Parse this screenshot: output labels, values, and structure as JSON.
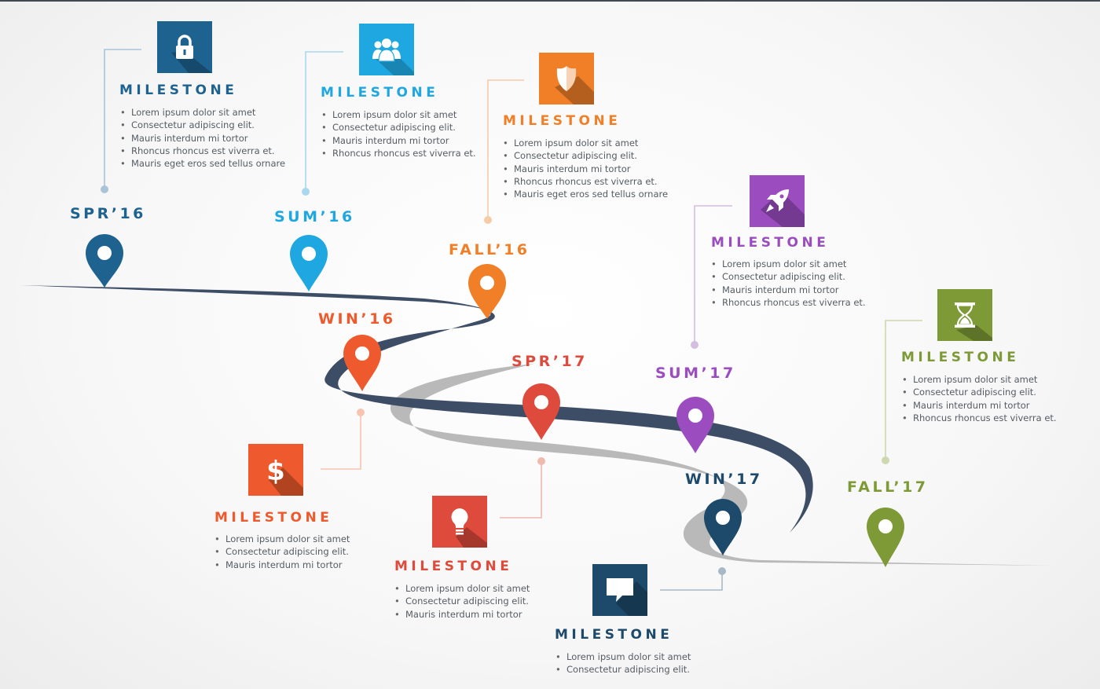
{
  "colors": {
    "road_dark": "#3d4d66",
    "road_grey": "#b9b9b9",
    "spr16": "#1e6390",
    "sum16": "#1ea7e0",
    "fall16": "#f07f27",
    "win16": "#ee5a2d",
    "spr17": "#de4a3c",
    "sum17": "#9b4dc0",
    "win17": "#1d4a6a",
    "fall17": "#7d9a36"
  },
  "seasons": {
    "spr16": "SPR’16",
    "sum16": "SUM’16",
    "fall16": "FALL’16",
    "win16": "WIN’16",
    "spr17": "SPR’17",
    "sum17": "SUM’17",
    "win17": "WIN’17",
    "fall17": "FALL’17"
  },
  "milestones": {
    "spr16": {
      "title": "MILESTONE",
      "icon": "lock-icon",
      "bullets": [
        "Lorem ipsum dolor sit amet",
        "Consectetur  adipiscing elit.",
        "Mauris interdum mi tortor",
        "Rhoncus  rhoncus est viverra et.",
        "Mauris eget eros sed tellus ornare"
      ]
    },
    "sum16": {
      "title": "MILESTONE",
      "icon": "people-icon",
      "bullets": [
        "Lorem ipsum dolor sit amet",
        "Consectetur  adipiscing elit.",
        "Mauris interdum mi tortor",
        "Rhoncus  rhoncus est viverra et."
      ]
    },
    "fall16": {
      "title": "MILESTONE",
      "icon": "shield-icon",
      "bullets": [
        "Lorem ipsum dolor sit amet",
        "Consectetur  adipiscing elit.",
        "Mauris interdum mi tortor",
        "Rhoncus  rhoncus est viverra et.",
        "Mauris eget eros sed tellus ornare"
      ]
    },
    "sum17": {
      "title": "MILESTONE",
      "icon": "rocket-icon",
      "bullets": [
        "Lorem ipsum dolor sit amet",
        "Consectetur  adipiscing elit.",
        "Mauris interdum mi tortor",
        "Rhoncus  rhoncus est viverra et."
      ]
    },
    "fall17": {
      "title": "MILESTONE",
      "icon": "hourglass-icon",
      "bullets": [
        "Lorem ipsum dolor sit amet",
        "Consectetur  adipiscing elit.",
        "Mauris interdum mi tortor",
        "Rhoncus  rhoncus est viverra et."
      ]
    },
    "win16": {
      "title": "MILESTONE",
      "icon": "dollar-icon",
      "bullets": [
        "Lorem ipsum dolor sit amet",
        "Consectetur  adipiscing elit.",
        "Mauris interdum mi tortor"
      ]
    },
    "spr17": {
      "title": "MILESTONE",
      "icon": "lightbulb-icon",
      "bullets": [
        "Lorem ipsum dolor sit amet",
        "Consectetur  adipiscing elit.",
        "Mauris interdum mi tortor"
      ]
    },
    "win17": {
      "title": "MILESTONE",
      "icon": "chat-bubble-icon",
      "bullets": [
        "Lorem ipsum dolor sit amet",
        "Consectetur  adipiscing elit."
      ]
    }
  }
}
